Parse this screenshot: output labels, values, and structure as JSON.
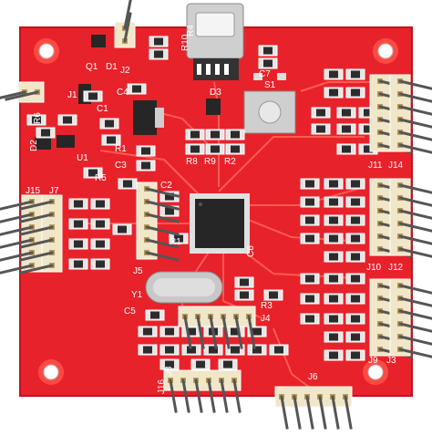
{
  "colors": {
    "board": "#e8222a",
    "board_edge": "#c0141b",
    "trace": "#ff5a52",
    "pad": "#d9d9d9",
    "silk": "#ffffff",
    "chip": "#262626",
    "header_body": "#f0e6c8",
    "pin_metal": "#5a5a5a"
  },
  "refdes": {
    "J2": "J2",
    "J1": "J1",
    "R6": "R6",
    "D2": "D2",
    "U1": "U1",
    "Q1": "Q1",
    "D1": "D1",
    "C4": "C4",
    "C1": "C1",
    "R1_top": "R1",
    "C3": "C3",
    "R5": "R5",
    "R10": "R10",
    "R4": "R4",
    "C7": "C7",
    "D3": "D3",
    "S1": "S1",
    "R8": "R8",
    "R9": "R9",
    "R2": "R2",
    "C2": "C2",
    "J15": "J15",
    "J7": "J7",
    "J5": "J5",
    "R1_mid": "R1",
    "C6": "C6",
    "Y1": "Y1",
    "C5": "C5",
    "R3": "R3",
    "J4": "J4",
    "J11": "J11",
    "J14": "J14",
    "J10": "J10",
    "J12": "J12",
    "J9": "J9",
    "J3": "J3",
    "J16": "J16",
    "J8": "J8",
    "J6": "J6"
  }
}
